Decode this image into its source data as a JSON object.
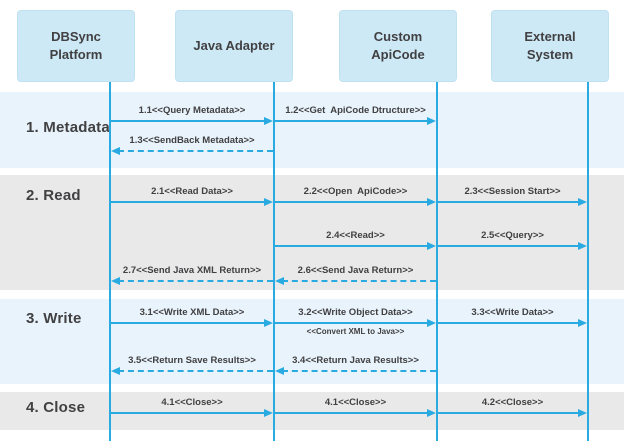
{
  "diagram": {
    "actors": [
      {
        "label": "DBSync Platform"
      },
      {
        "label": "Java Adapter"
      },
      {
        "label": "Custom ApiCode"
      },
      {
        "label": "External System"
      }
    ],
    "phases": [
      {
        "label": "1. Metadata"
      },
      {
        "label": "2. Read"
      },
      {
        "label": "3. Write"
      },
      {
        "label": "4. Close"
      }
    ],
    "messages": [
      {
        "label": "1.1<<Query Metadata>>"
      },
      {
        "label": "1.2<<Get  ApiCode Dtructure>>"
      },
      {
        "label": "1.3<<SendBack Metadata>>"
      },
      {
        "label": "2.1<<Read Data>>"
      },
      {
        "label": "2.2<<Open  ApiCode>>"
      },
      {
        "label": "2.3<<Session Start>>"
      },
      {
        "label": "2.4<<Read>>"
      },
      {
        "label": "2.5<<Query>>"
      },
      {
        "label": "2.6<<Send Java Return>>"
      },
      {
        "label": "2.7<<Send Java XML Return>>"
      },
      {
        "label": "3.1<<Write XML Data>>"
      },
      {
        "label": "3.2<<Write Object Data>>"
      },
      {
        "label": "3.3<<Write Data>>"
      },
      {
        "label": "3.4<<Return Java Results>>"
      },
      {
        "label": "3.5<<Return Save Results>>"
      },
      {
        "label": "4.1<<Close>>"
      },
      {
        "label": "4.1<<Close>>"
      },
      {
        "label": "4.2<<Close>>"
      }
    ],
    "convert_note": "<<Convert XML to Java>>",
    "colors": {
      "accent": "#29abe2",
      "band_blue": "#e8f3fb",
      "band_gray": "#e9e9e9",
      "actor_fill": "#cde9f6",
      "text": "#414042"
    }
  }
}
